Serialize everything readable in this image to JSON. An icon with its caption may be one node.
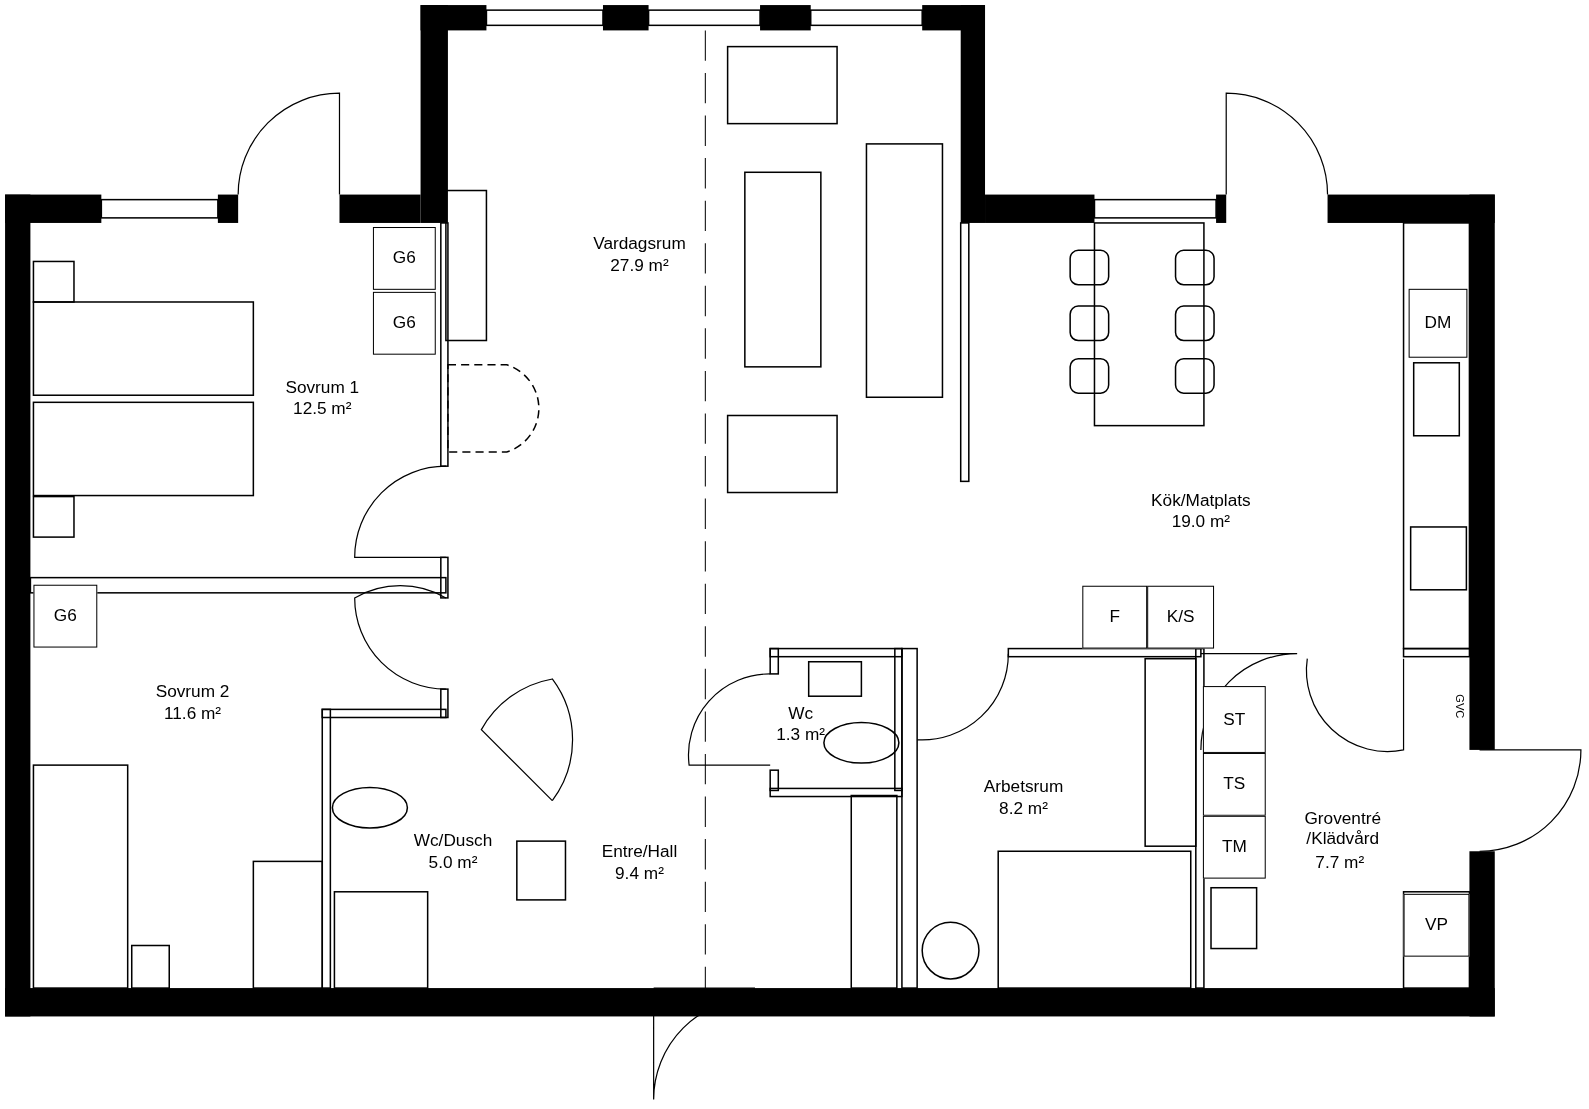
{
  "diagram": {
    "nodes": [
      {
        "text": [
          "G6"
        ]
      },
      {
        "text": [
          "G6"
        ]
      },
      {
        "text": [
          "DM"
        ]
      },
      {
        "text": [
          "G6"
        ]
      },
      {
        "text": [
          "F"
        ]
      },
      {
        "text": [
          "K/S"
        ]
      },
      {
        "text": [
          "ST"
        ]
      },
      {
        "text": [
          "TS"
        ]
      },
      {
        "text": [
          "TM"
        ]
      },
      {
        "text": [
          "VP"
        ]
      }
    ],
    "edges": [],
    "labels": [
      "Vardagsrum",
      "27.9 m²",
      "Sovrum 1",
      "12.5 m²",
      "Kök/Matplats",
      "19.0 m²",
      "Sovrum 2",
      "11.6 m²",
      "Wc",
      "1.3 m²",
      "GVC",
      "Arbetsrum",
      "8.2 m²",
      "Wc/Dusch",
      "5.0 m²",
      "Entre/Hall",
      "9.4 m²",
      "Groventré /Klädvård",
      "7.7 m²"
    ]
  }
}
